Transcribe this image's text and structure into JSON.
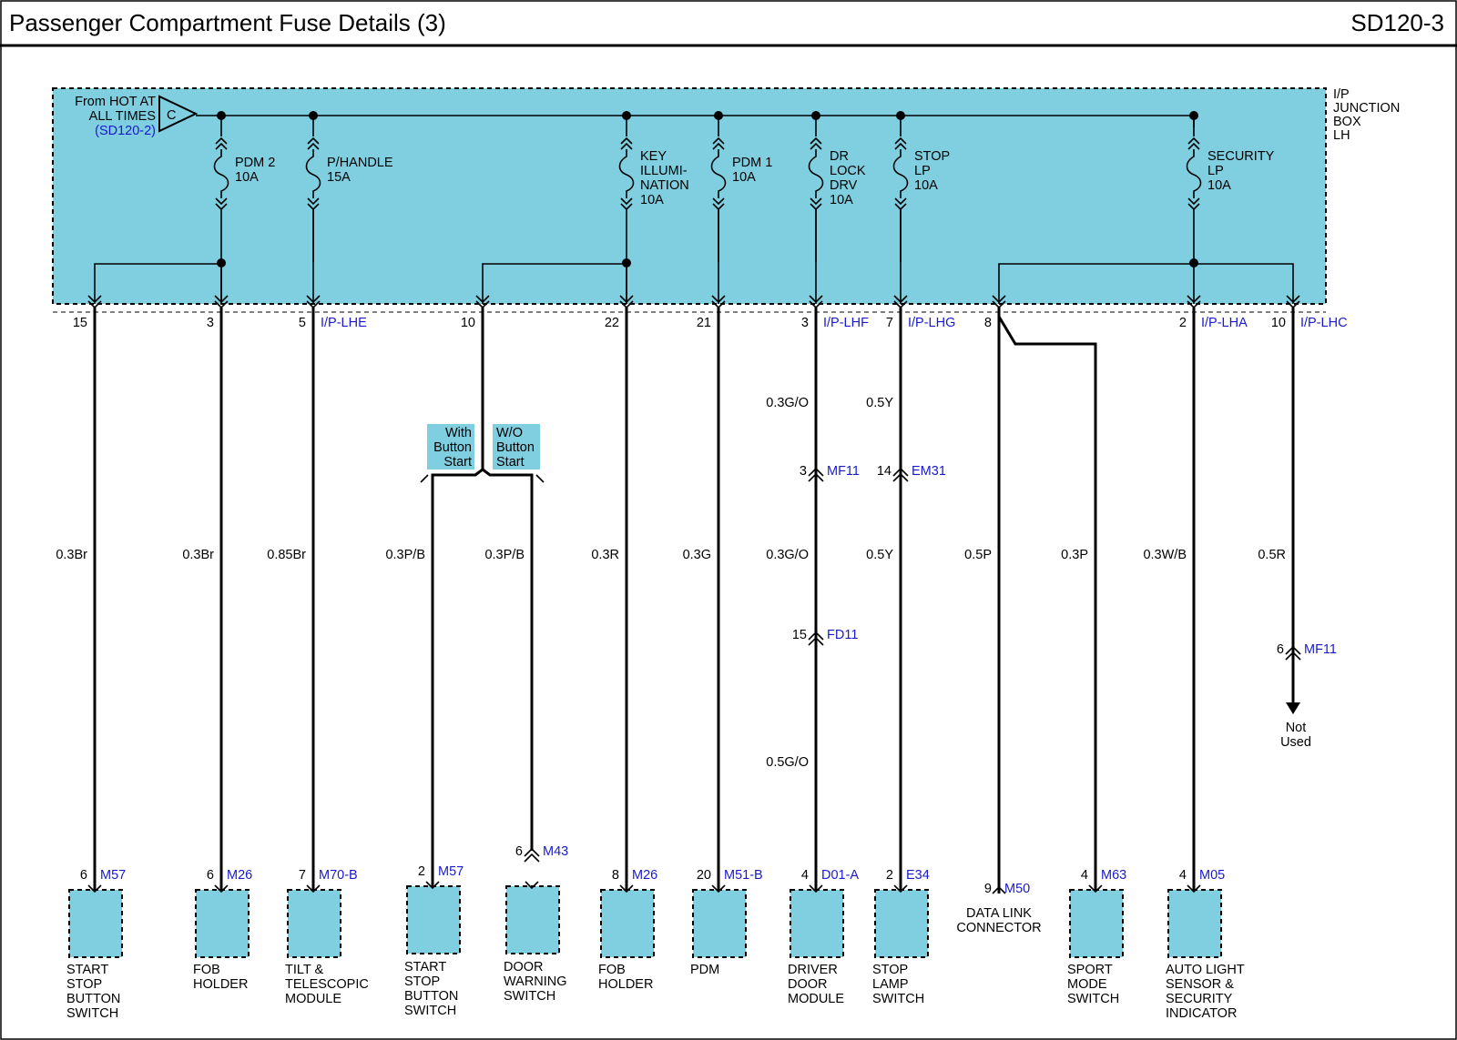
{
  "header": {
    "title": "Passenger Compartment Fuse Details (3)",
    "code": "SD120-3"
  },
  "junction_box": {
    "label": [
      "I/P",
      "JUNCTION",
      "BOX",
      "LH"
    ]
  },
  "source": {
    "text": [
      "From HOT AT",
      "ALL TIMES"
    ],
    "ref": "(SD120-2)",
    "letter": "C"
  },
  "fuses": [
    {
      "lines": [
        "PDM 2",
        "10A"
      ]
    },
    {
      "lines": [
        "P/HANDLE",
        "15A"
      ]
    },
    {
      "lines": [
        "KEY",
        "ILLUMI-",
        "NATION",
        "10A"
      ]
    },
    {
      "lines": [
        "PDM 1",
        "10A"
      ]
    },
    {
      "lines": [
        "DR",
        "LOCK",
        "DRV",
        "10A"
      ]
    },
    {
      "lines": [
        "STOP",
        "LP",
        "10A"
      ]
    },
    {
      "lines": [
        "SECURITY",
        "LP",
        "10A"
      ]
    }
  ],
  "box_pins": [
    {
      "pin": "15",
      "conn": ""
    },
    {
      "pin": "3",
      "conn": ""
    },
    {
      "pin": "5",
      "conn": "I/P-LHE"
    },
    {
      "pin": "10",
      "conn": ""
    },
    {
      "pin": "22",
      "conn": ""
    },
    {
      "pin": "21",
      "conn": ""
    },
    {
      "pin": "3",
      "conn": "I/P-LHF"
    },
    {
      "pin": "7",
      "conn": "I/P-LHG"
    },
    {
      "pin": "8",
      "conn": ""
    },
    {
      "pin": "2",
      "conn": "I/P-LHA"
    },
    {
      "pin": "10",
      "conn": "I/P-LHC"
    }
  ],
  "wire_colors": [
    "0.3Br",
    "0.3Br",
    "0.85Br",
    "0.3P/B",
    "0.3P/B",
    "0.3R",
    "0.3G",
    "0.3G/O",
    "0.5Y",
    "0.5P",
    "0.3P",
    "0.3W/B",
    "0.5R",
    "0.3G/O",
    "0.5Y",
    "0.5G/O"
  ],
  "options": [
    {
      "lines": [
        "With",
        "Button",
        "Start"
      ]
    },
    {
      "lines": [
        "W/O",
        "Button",
        "Start"
      ]
    }
  ],
  "inline_connectors": [
    {
      "pin": "3",
      "conn": "MF11"
    },
    {
      "pin": "14",
      "conn": "EM31"
    },
    {
      "pin": "15",
      "conn": "FD11"
    },
    {
      "pin": "6",
      "conn": "MF11"
    },
    {
      "pin": "6",
      "conn": "M43"
    }
  ],
  "not_used": [
    "Not",
    "Used"
  ],
  "components": [
    {
      "pin": "6",
      "conn": "M57",
      "lines": [
        "START",
        "STOP",
        "BUTTON",
        "SWITCH"
      ]
    },
    {
      "pin": "6",
      "conn": "M26",
      "lines": [
        "FOB",
        "HOLDER"
      ]
    },
    {
      "pin": "7",
      "conn": "M70-B",
      "lines": [
        "TILT &",
        "TELESCOPIC",
        "MODULE"
      ]
    },
    {
      "pin": "2",
      "conn": "M57",
      "lines": [
        "START",
        "STOP",
        "BUTTON",
        "SWITCH"
      ]
    },
    {
      "pin": "",
      "conn": "",
      "lines": [
        "DOOR",
        "WARNING",
        "SWITCH"
      ]
    },
    {
      "pin": "8",
      "conn": "M26",
      "lines": [
        "FOB",
        "HOLDER"
      ]
    },
    {
      "pin": "20",
      "conn": "M51-B",
      "lines": [
        "PDM"
      ]
    },
    {
      "pin": "4",
      "conn": "D01-A",
      "lines": [
        "DRIVER",
        "DOOR",
        "MODULE"
      ]
    },
    {
      "pin": "2",
      "conn": "E34",
      "lines": [
        "STOP",
        "LAMP",
        "SWITCH"
      ]
    },
    {
      "pin": "9",
      "conn": "M50",
      "lines": [
        "DATA LINK",
        "CONNECTOR"
      ]
    },
    {
      "pin": "4",
      "conn": "M63",
      "lines": [
        "SPORT",
        "MODE",
        "SWITCH"
      ]
    },
    {
      "pin": "4",
      "conn": "M05",
      "lines": [
        "AUTO LIGHT",
        "SENSOR &",
        "SECURITY",
        "INDICATOR"
      ]
    }
  ],
  "colors": {
    "box_fill": "#7fcfe0",
    "link_blue": "#1a1acc",
    "line": "#000000"
  }
}
